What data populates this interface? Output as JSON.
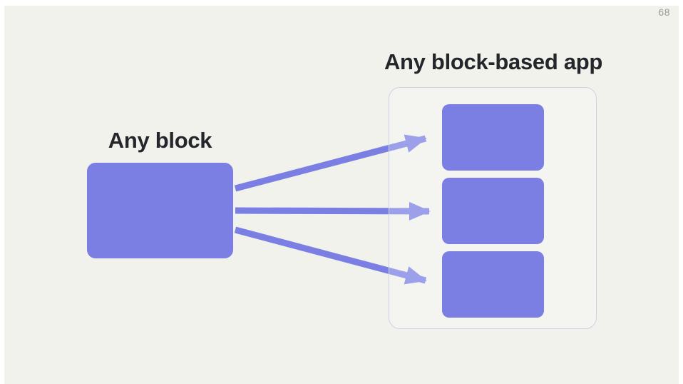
{
  "page": {
    "number": "68"
  },
  "title": {
    "text": "Any block-based app"
  },
  "source": {
    "label": "Any block"
  },
  "diagram": {
    "source_blocks_count": 1,
    "target_blocks_count": 3,
    "arrows_count": 3,
    "description": "One source block with three arrows fanning out to three stacked blocks inside a bordered app container"
  },
  "colors": {
    "accent_purple": "#7B7FE3",
    "slide_background": "#F0F2EB",
    "page_frame": "#FFFFFF",
    "container_border": "#CAD3E5",
    "title_text": "#24262B",
    "page_number_text": "#9B9B9B"
  }
}
